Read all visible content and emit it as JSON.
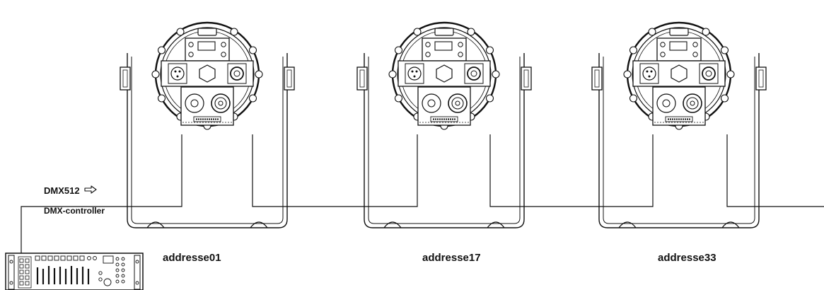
{
  "signal": {
    "label": "DMX512"
  },
  "controller": {
    "label": "DMX-controller"
  },
  "fixtures": [
    {
      "address": "addresse01"
    },
    {
      "address": "addresse17"
    },
    {
      "address": "addresse33"
    }
  ],
  "icons": {
    "signal_arrow": "arrow-right-outline-icon",
    "fixture": "par-light-fixture-icon",
    "controller": "dmx-controller-icon"
  },
  "colors": {
    "line": "#111111",
    "background": "#ffffff"
  }
}
